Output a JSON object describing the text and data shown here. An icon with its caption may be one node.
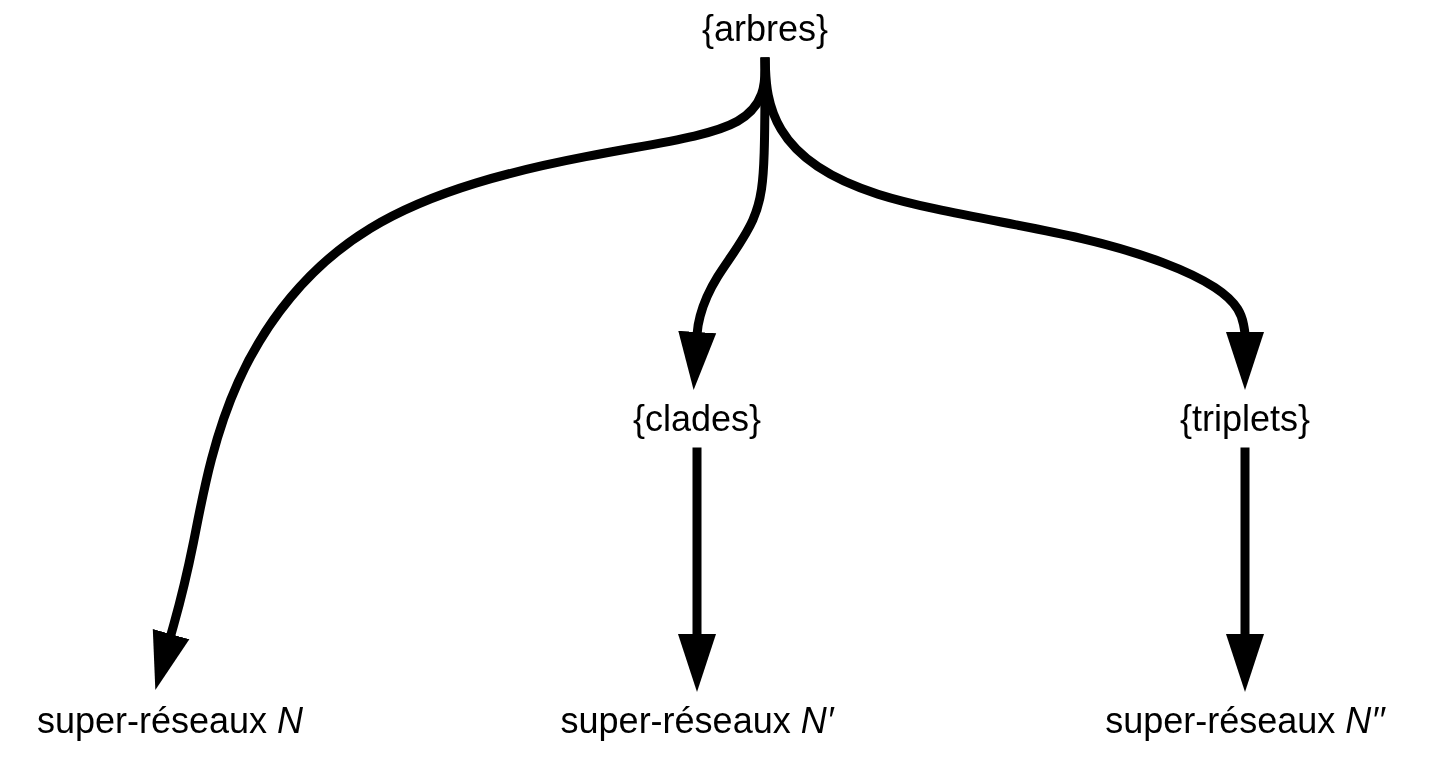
{
  "diagram": {
    "nodes": [
      {
        "text": [
          "{arbres}"
        ]
      },
      {
        "text": [
          "{clades}"
        ]
      },
      {
        "text": [
          "{triplets}"
        ]
      },
      {
        "text": [
          "super-réseaux *N*"
        ]
      },
      {
        "text": [
          "super-réseaux *N′*"
        ]
      },
      {
        "text": [
          "super-réseaux *N′′*"
        ]
      }
    ],
    "edges": [
      {
        "from": 0,
        "to": 3,
        "arrow": "to"
      },
      {
        "from": 0,
        "to": 1,
        "arrow": "to"
      },
      {
        "from": 0,
        "to": 2,
        "arrow": "to"
      },
      {
        "from": 1,
        "to": 4,
        "arrow": "to"
      },
      {
        "from": 2,
        "to": 5,
        "arrow": "to"
      }
    ]
  }
}
